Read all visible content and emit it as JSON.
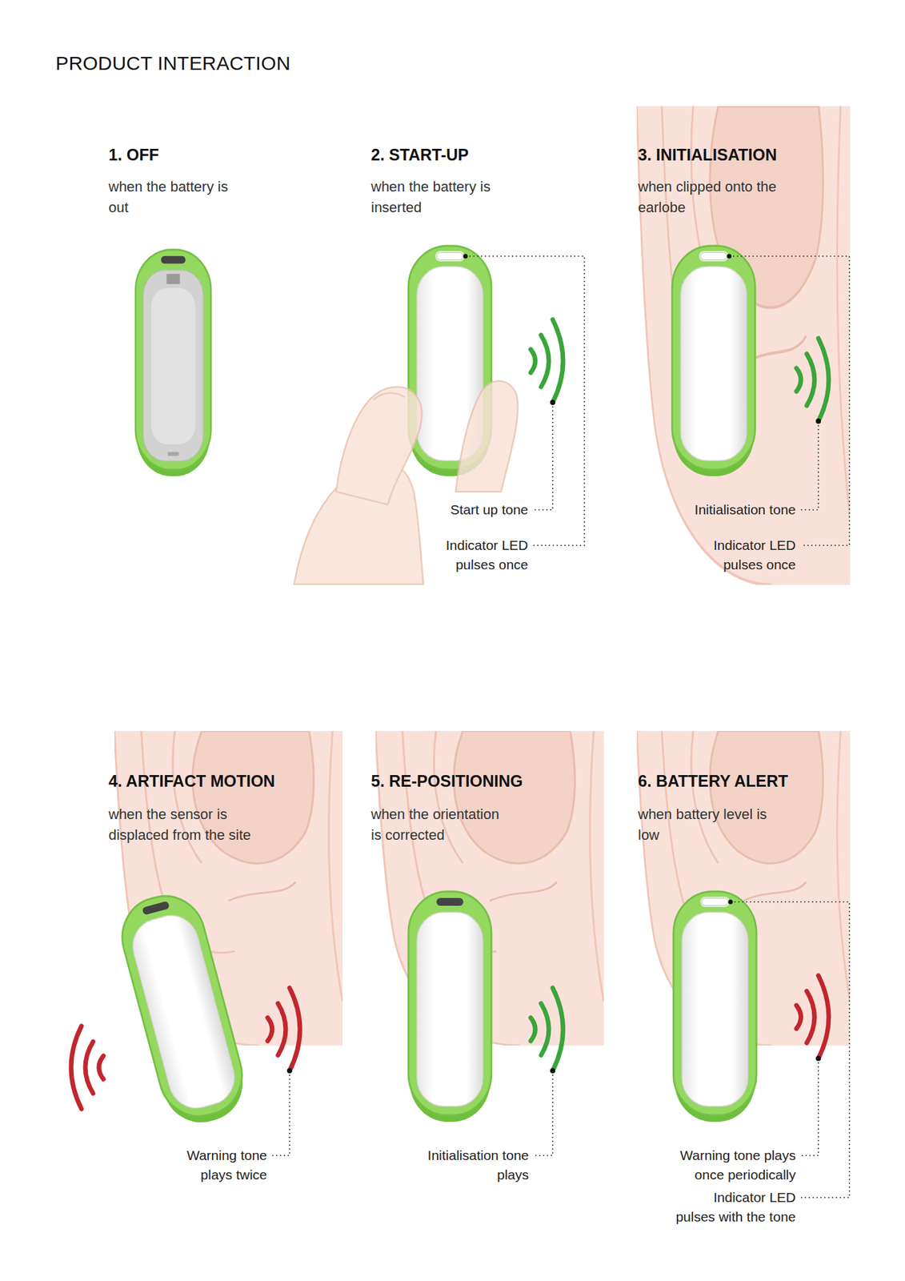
{
  "diagram": {
    "title": "PRODUCT INTERACTION",
    "labels": [
      "1. OFF",
      "when the battery is out",
      "2. START-UP",
      "when the battery is inserted",
      "Start up tone",
      "Indicator LED pulses once",
      "3. INITIALISATION",
      "when clipped onto the earlobe",
      "Initialisation tone",
      "Indicator LED pulses once",
      "4. ARTIFACT MOTION",
      "when the sensor is displaced from the site",
      "Warning tone plays twice",
      "5. RE-POSITIONING",
      "when the orientation is corrected",
      "Initialisation tone plays",
      "6. BATTERY ALERT",
      "when battery level is low",
      "Warning tone plays once periodically",
      "Indicator LED pulses with the tone"
    ]
  }
}
